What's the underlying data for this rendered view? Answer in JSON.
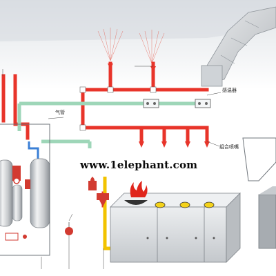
{
  "labels": {
    "gas_pipe": "气管",
    "temp_sensor": "感温器",
    "combo_nozzle": "组合喷嘴"
  },
  "watermark": "www.1elephant.com",
  "colors": {
    "pipe_red": "#e8342a",
    "pipe_green": "#9ed6b8",
    "pipe_blue": "#3a7fd6",
    "pipe_yellow": "#f2c300",
    "flame": "#e0261c",
    "burner": "#f4d21a",
    "cabinet": "#d6d9dc"
  }
}
